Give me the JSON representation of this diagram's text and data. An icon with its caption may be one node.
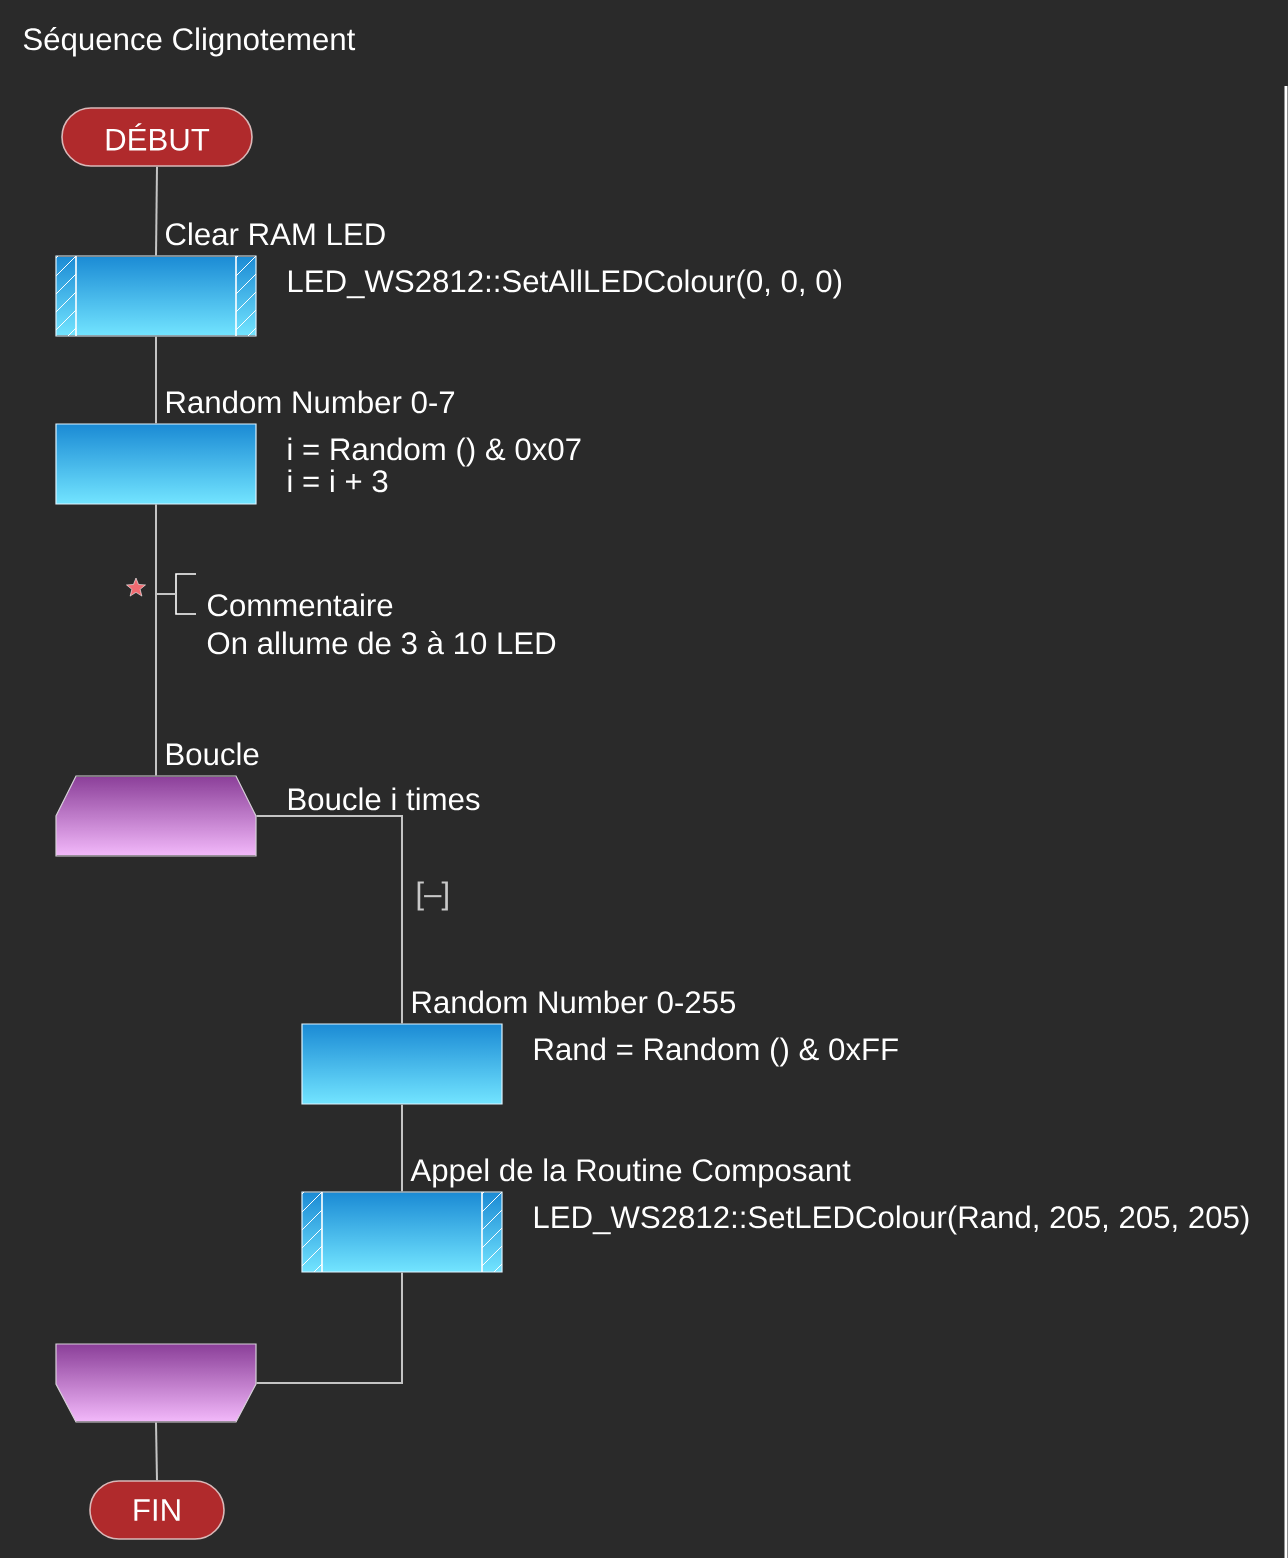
{
  "diagram": {
    "title": "Séquence Clignotement",
    "nodes": [
      {
        "text": [
          "DÉBUT"
        ]
      },
      {
        "text": [
          "Clear RAM LED"
        ],
        "beside": [
          "LED_WS2812::SetAllLEDColour(0, 0, 0)"
        ]
      },
      {
        "text": [
          "Random Number 0-7"
        ],
        "beside": [
          "i = Random () & 0x07",
          "i = i + 3"
        ]
      },
      {
        "text": [
          "Commentaire",
          "On allume de 3 à 10 LED"
        ]
      },
      {
        "text": [
          "Boucle"
        ],
        "beside": [
          "Boucle i times"
        ]
      },
      {
        "text": [
          "Random Number 0-255"
        ],
        "beside": [
          "Rand = Random () & 0xFF"
        ]
      },
      {
        "text": [
          "Appel de la Routine Composant"
        ],
        "beside": [
          "LED_WS2812::SetLEDColour(Rand, 205, 205, 205)"
        ]
      },
      {
        "text": [],
        "shape": "trapezoid"
      },
      {
        "text": [
          "FIN"
        ]
      }
    ],
    "edges": [
      {
        "from": 0,
        "to": 1,
        "arrow": "none"
      },
      {
        "from": 1,
        "to": 2,
        "arrow": "none"
      },
      {
        "from": 2,
        "to": 3,
        "arrow": "none"
      },
      {
        "from": 2,
        "to": 4,
        "arrow": "none"
      },
      {
        "from": 4,
        "to": 5,
        "arrow": "none"
      },
      {
        "from": 5,
        "to": 6,
        "arrow": "none"
      },
      {
        "from": 6,
        "to": 7,
        "arrow": "none"
      },
      {
        "from": 7,
        "to": 8,
        "arrow": "none"
      }
    ],
    "labels": [
      "[–]"
    ]
  }
}
